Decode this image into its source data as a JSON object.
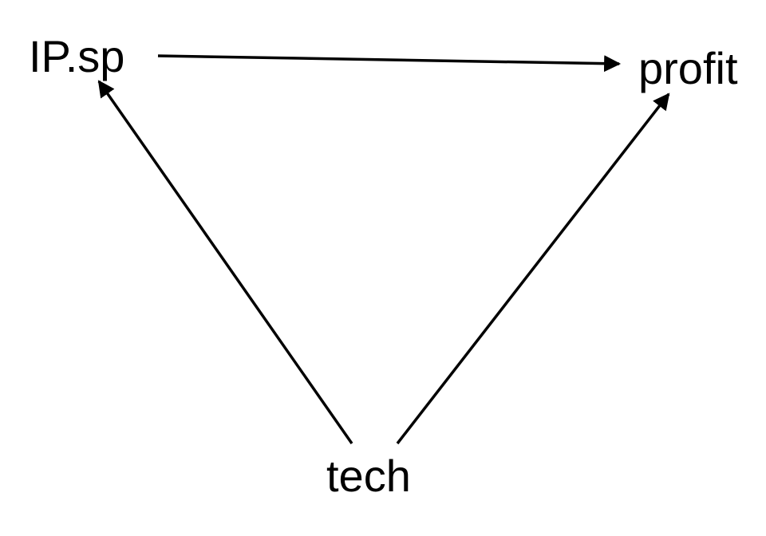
{
  "nodes": {
    "ip_sp": "IP.sp",
    "profit": "profit",
    "tech": "tech"
  },
  "edges": [
    {
      "from": "IP.sp",
      "to": "profit"
    },
    {
      "from": "tech",
      "to": "IP.sp"
    },
    {
      "from": "tech",
      "to": "profit"
    }
  ],
  "colors": {
    "stroke": "#000000",
    "background": "#ffffff"
  }
}
